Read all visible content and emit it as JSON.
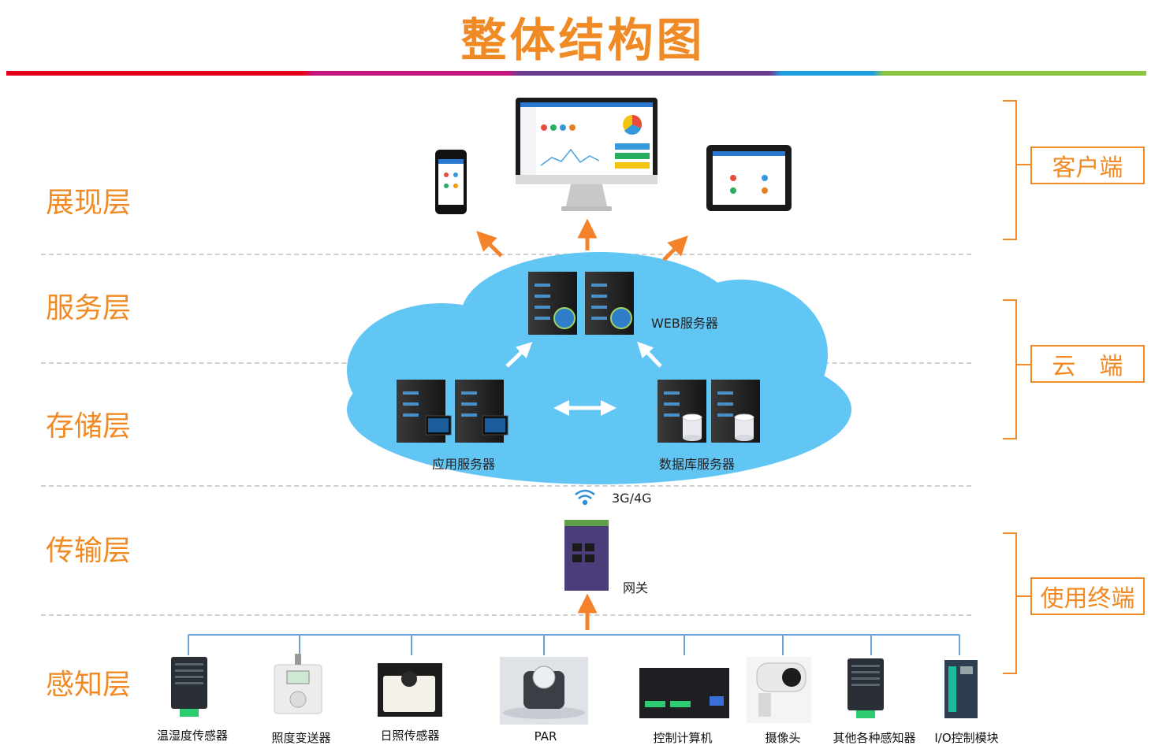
{
  "title": "整体结构图",
  "layers": {
    "presentation": "展现层",
    "service": "服务层",
    "storage": "存储层",
    "transport": "传输层",
    "perception": "感知层"
  },
  "sides": {
    "client": "客户端",
    "cloud": "云　端",
    "terminal": "使用终端"
  },
  "nodes": {
    "web_server": "WEB服务器",
    "app_server": "应用服务器",
    "db_server": "数据库服务器",
    "network": "3G/4G",
    "gateway": "网关"
  },
  "devices": [
    {
      "label": "温湿度传感器"
    },
    {
      "label": "照度变送器"
    },
    {
      "label": "日照传感器"
    },
    {
      "label": "PAR"
    },
    {
      "label": "控制计算机"
    },
    {
      "label": "摄像头"
    },
    {
      "label": "其他各种感知器"
    },
    {
      "label": "I/O控制模块"
    }
  ],
  "colors": {
    "accent": "#f08a24",
    "cloud": "#62c6f5",
    "arrow_orange": "#f3822a",
    "bus_line": "#6fa3d6"
  }
}
